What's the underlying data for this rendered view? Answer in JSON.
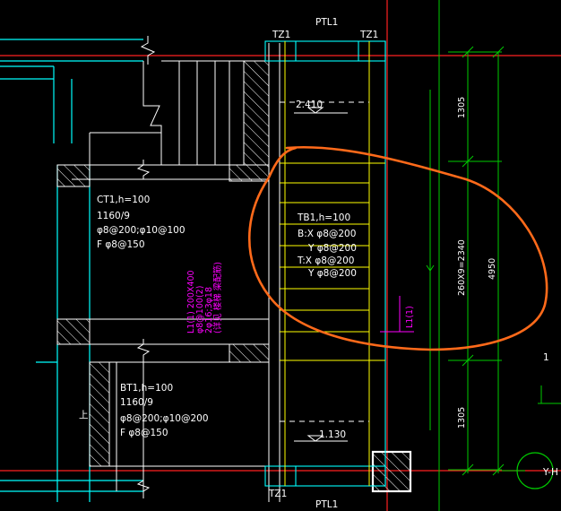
{
  "labels": {
    "ptl_top": "PTL1",
    "ptl_bottom": "PTL1",
    "tz_top_left": "TZ1",
    "tz_top_right": "TZ1",
    "tz_bottom": "TZ1",
    "level_top": "2.410",
    "level_bottom": "1.130",
    "ct1": [
      "CT1,h=100",
      "1160/9",
      "φ8@200;φ10@100",
      "F φ8@150"
    ],
    "bt1": [
      "BT1,h=100",
      "1160/9",
      "φ8@200;φ10@200",
      "F φ8@150"
    ],
    "tb1": [
      "TB1,h=100",
      "B:X φ8@200",
      "Y φ8@200",
      "T:X φ8@200",
      "Y φ8@200"
    ],
    "beam": [
      "L1(1) 200X400",
      "φ8@100(2)",
      "2φ16;3φ18",
      "(详见 楼梯 梁配筋)"
    ],
    "beam_tag": "L1(1)",
    "dim_top": "1305",
    "dim_mid": "260X9=2340",
    "dim_total": "4950",
    "dim_bottom": "1305",
    "edge_mark": "1",
    "axis_label": "Y-H",
    "corner_mark": "上"
  },
  "colors": {
    "background": "#000000",
    "yellow": "#ffff00",
    "cyan": "#00ffff",
    "white": "#ffffff",
    "green": "#00cc00",
    "red": "#ff2020",
    "magenta": "#ff00ff",
    "orange": "#ff6a1a"
  }
}
